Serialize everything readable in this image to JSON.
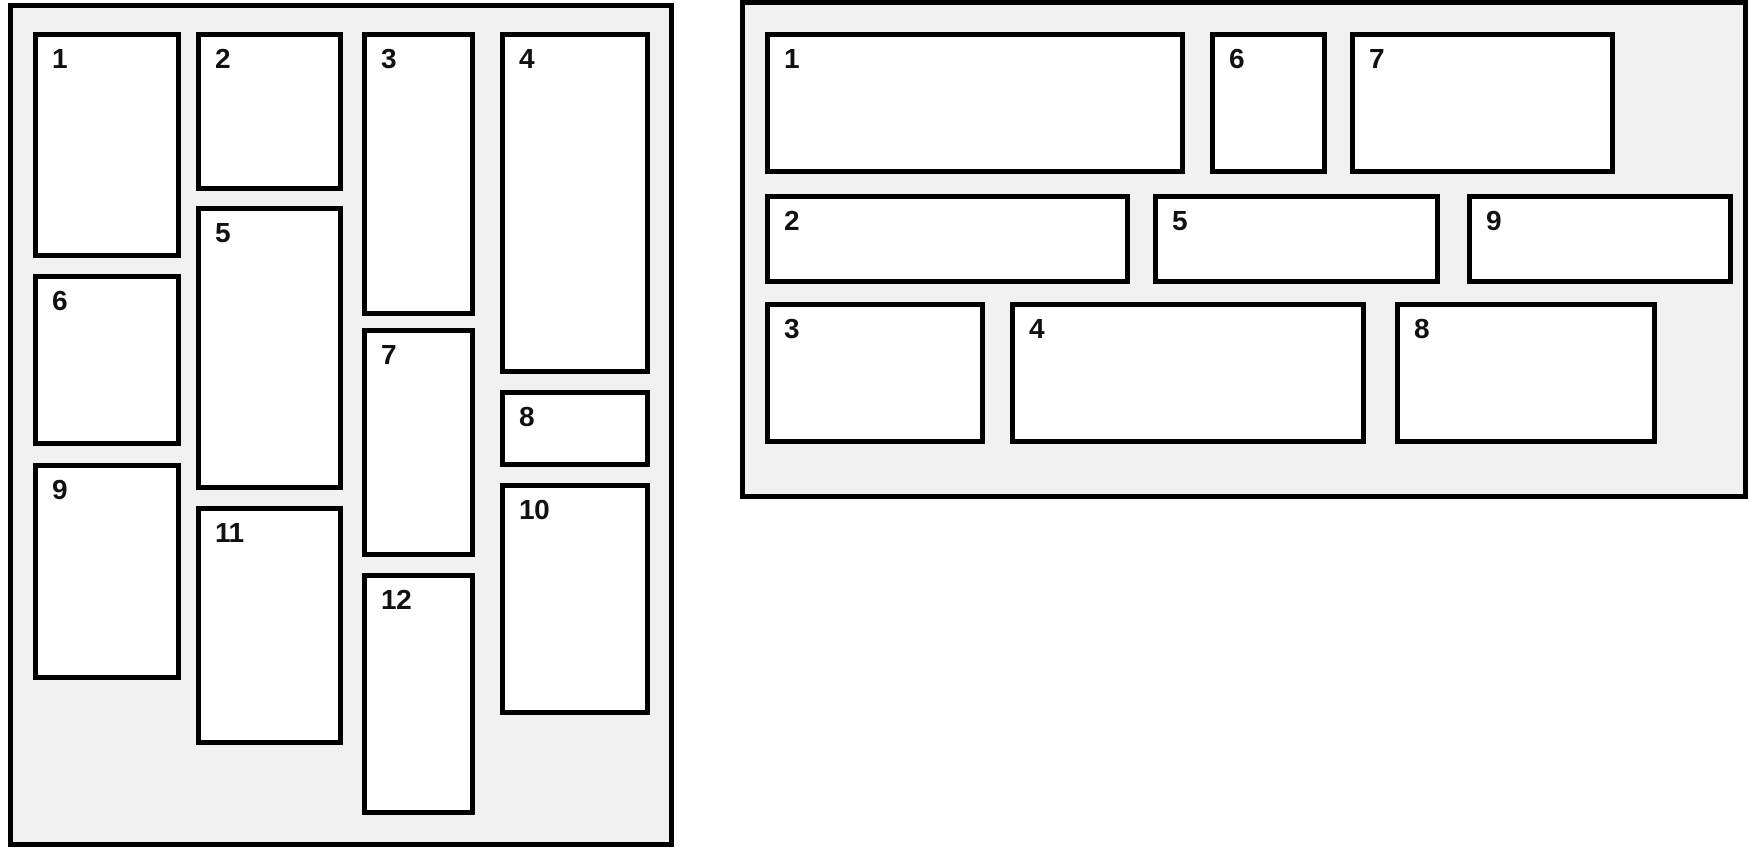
{
  "left_panel": {
    "items": [
      {
        "label": "1"
      },
      {
        "label": "2"
      },
      {
        "label": "3"
      },
      {
        "label": "4"
      },
      {
        "label": "5"
      },
      {
        "label": "6"
      },
      {
        "label": "7"
      },
      {
        "label": "8"
      },
      {
        "label": "9"
      },
      {
        "label": "10"
      },
      {
        "label": "11"
      },
      {
        "label": "12"
      }
    ]
  },
  "right_panel": {
    "items": [
      {
        "label": "1"
      },
      {
        "label": "2"
      },
      {
        "label": "3"
      },
      {
        "label": "4"
      },
      {
        "label": "5"
      },
      {
        "label": "6"
      },
      {
        "label": "7"
      },
      {
        "label": "8"
      },
      {
        "label": "9"
      }
    ]
  },
  "colors": {
    "panel_background": "#f1f1f1",
    "box_background": "#ffffff",
    "border": "#000000",
    "text": "#111111"
  }
}
